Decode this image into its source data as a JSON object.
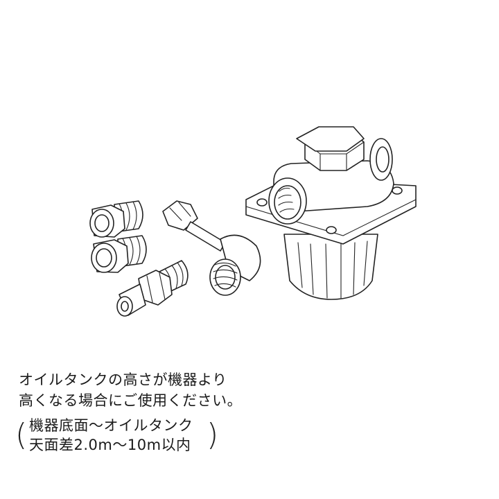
{
  "illustration": {
    "parts": [
      "oil-filter",
      "hex-nut-fitting-1",
      "hex-nut-fitting-2",
      "flare-nut-pipe",
      "elbow-fitting",
      "flare-union"
    ]
  },
  "caption": {
    "line1": "オイルタンクの高さが機器より",
    "line2": "高くなる場合にご使用ください。"
  },
  "note": {
    "paren_left": "(",
    "line1": "機器底面〜オイルタンク",
    "line2": "天面差2.0m〜10m以内",
    "paren_right": ")"
  }
}
